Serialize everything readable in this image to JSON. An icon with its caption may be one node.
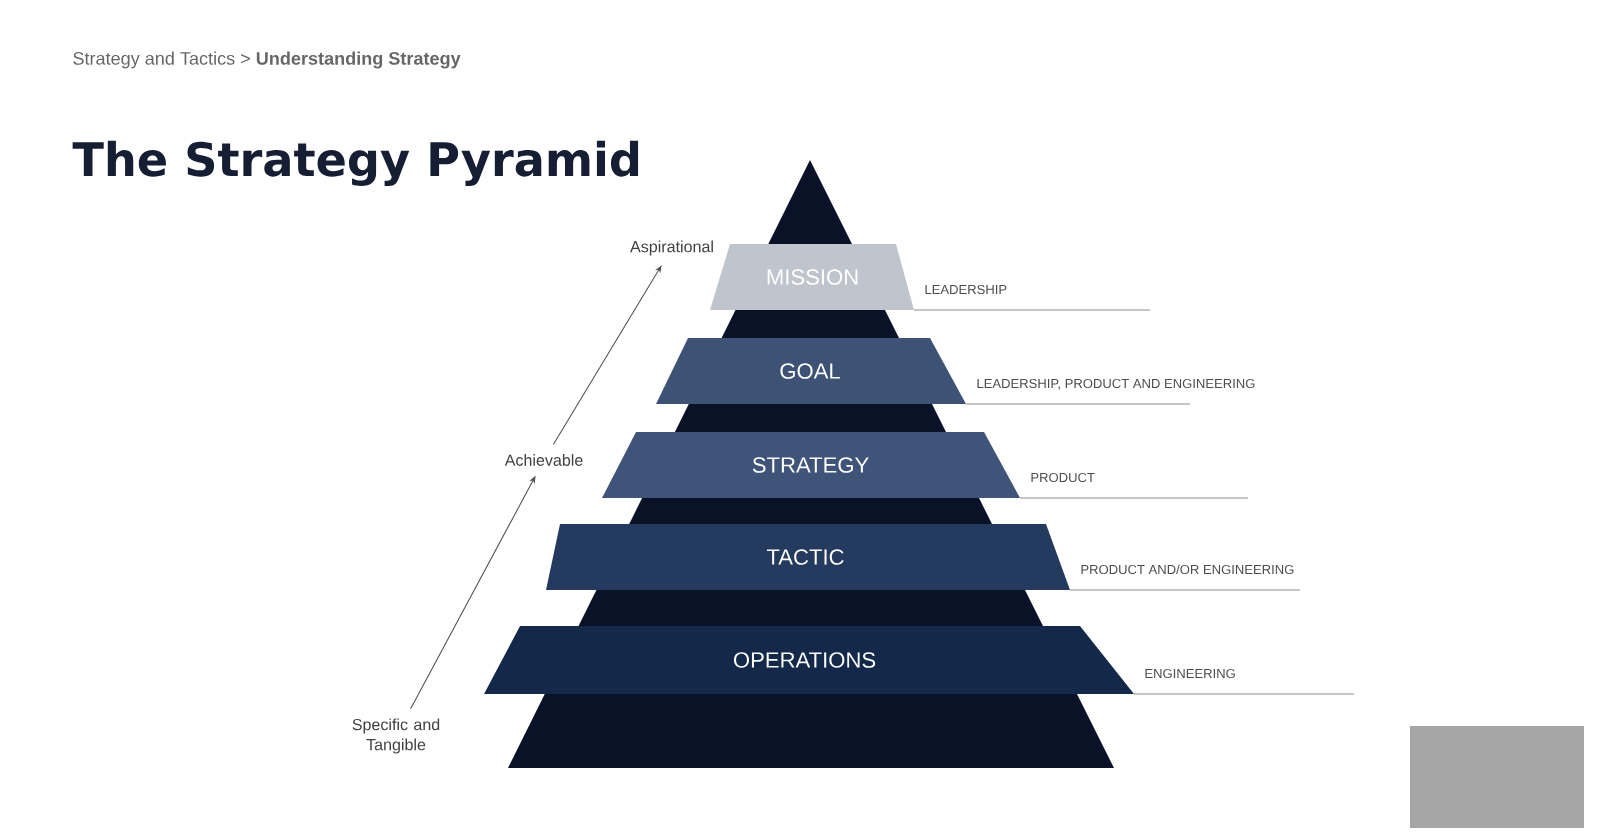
{
  "diagram": {
    "title": "The Strategy Pyramid",
    "nodes": [
      {
        "text": [
          "MISSION"
        ],
        "beside": [
          "LEADERSHIP"
        ]
      },
      {
        "text": [
          "GOAL"
        ],
        "beside": [
          "LEADERSHIP, PRODUCT AND ENGINEERING"
        ]
      },
      {
        "text": [
          "STRATEGY"
        ],
        "beside": [
          "PRODUCT"
        ]
      },
      {
        "text": [
          "TACTIC"
        ],
        "beside": [
          "PRODUCT AND/OR ENGINEERING"
        ]
      },
      {
        "text": [
          "OPERATIONS"
        ],
        "beside": [
          "ENGINEERING"
        ]
      },
      {
        "text": [
          "Aspirational"
        ]
      },
      {
        "text": [
          "Achievable"
        ]
      },
      {
        "text": [
          "Specific and Tangible"
        ]
      }
    ],
    "edges": [
      {
        "from": 7,
        "to": 6,
        "arrow": "to"
      },
      {
        "from": 6,
        "to": 5,
        "arrow": "to"
      }
    ],
    "labels": [
      "Strategy and Tactics > **Understanding Strategy**"
    ]
  }
}
